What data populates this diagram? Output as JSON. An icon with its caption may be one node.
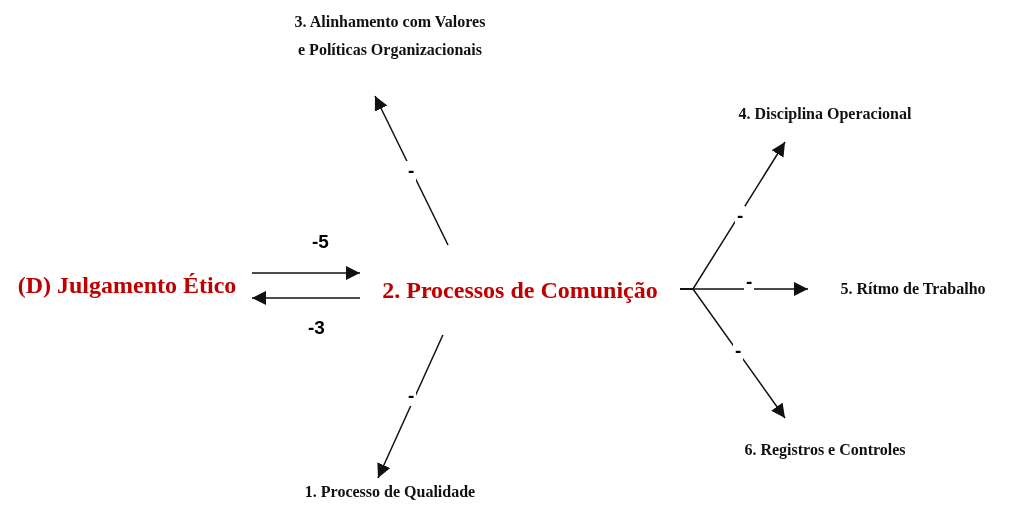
{
  "diagram": {
    "nodes": [
      {
        "text": [
          "3. Alinhamento com Valores e Políticas Organizacionais"
        ]
      },
      {
        "text": [
          "4. Disciplina Operacional"
        ]
      },
      {
        "text": [
          "(D) Julgamento Ético"
        ]
      },
      {
        "text": [
          "2. Processos de Comunição"
        ]
      },
      {
        "text": [
          "5. Rítmo de Trabalho"
        ]
      },
      {
        "text": [
          "6. Registros e Controles"
        ]
      },
      {
        "text": [
          "1. Processo de Qualidade"
        ]
      }
    ],
    "edges": [
      {
        "from": 2,
        "to": 3,
        "arrow": "to",
        "label": "-5"
      },
      {
        "from": 3,
        "to": 2,
        "arrow": "to",
        "label": "-3"
      },
      {
        "from": 3,
        "to": 0,
        "arrow": "to",
        "label": "-"
      },
      {
        "from": 3,
        "to": 6,
        "arrow": "to",
        "label": "-"
      },
      {
        "from": 3,
        "to": 1,
        "arrow": "to",
        "label": "-"
      },
      {
        "from": 3,
        "to": 4,
        "arrow": "to",
        "label": "-"
      },
      {
        "from": 3,
        "to": 5,
        "arrow": "to",
        "label": "-"
      }
    ]
  }
}
